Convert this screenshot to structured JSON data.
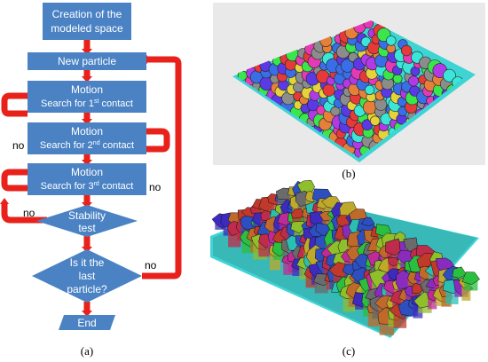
{
  "flowchart": {
    "nodes": {
      "creation": [
        "Creation of the",
        "modeled space"
      ],
      "new_particle": "New particle",
      "motion1": {
        "title": "Motion",
        "prefix": "Search for 1",
        "sup": "st",
        "suffix": " contact"
      },
      "motion2": {
        "title": "Motion",
        "prefix": "Search for 2",
        "sup": "nd",
        "suffix": "  contact"
      },
      "motion3": {
        "title": "Motion",
        "prefix": "Search for 3",
        "sup": "rd",
        "suffix": "  contact"
      },
      "stability": [
        "Stability",
        "test"
      ],
      "last": [
        "Is it the",
        "last",
        "particle?"
      ],
      "end": "End"
    },
    "no_labels": {
      "no1": "no",
      "no2": "no",
      "no3": "no",
      "no4": "no"
    },
    "colors": {
      "box_fill": "#4a82c4",
      "box_text": "#ffffff",
      "arrow": "#e8211a"
    }
  },
  "captions": {
    "a": "(a)",
    "b": "(b)",
    "c": "(c)"
  },
  "panels": {
    "b": {
      "description_colors": [
        "#e63a3a",
        "#3a6ee6",
        "#3ae64b",
        "#e6d33a",
        "#b23ae6",
        "#3ae6d8",
        "#e67f3a",
        "#8c8c8c",
        "#e63ab5",
        "#5b3ae6"
      ],
      "base_color": "#3fd4d4"
    },
    "c": {
      "base_color": "#3fd4d4"
    }
  }
}
